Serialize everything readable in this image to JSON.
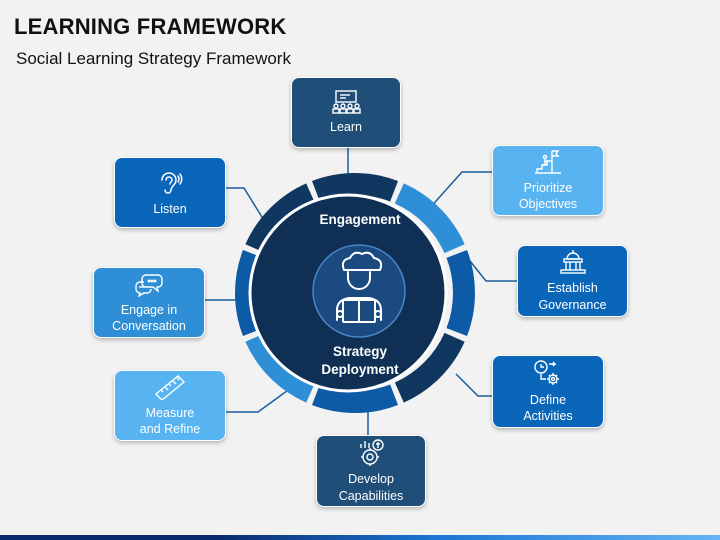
{
  "header": {
    "title": "LEARNING FRAMEWORK",
    "subtitle": "Social Learning Strategy Framework"
  },
  "center": {
    "top_label": "Engagement",
    "bottom_label": "Strategy\nDeployment",
    "icon": "teacher-reading-icon"
  },
  "nodes": [
    {
      "label": "Learn",
      "icon": "classroom-icon"
    },
    {
      "label": "Prioritize\nObjectives",
      "icon": "mountain-flag-icon"
    },
    {
      "label": "Establish\nGovernance",
      "icon": "capitol-building-icon"
    },
    {
      "label": "Define\nActivities",
      "icon": "clock-gear-icon"
    },
    {
      "label": "Develop\nCapabilities",
      "icon": "growth-gear-icon"
    },
    {
      "label": "Measure\nand Refine",
      "icon": "ruler-icon"
    },
    {
      "label": "Engage in\nConversation",
      "icon": "chat-bubbles-icon"
    },
    {
      "label": "Listen",
      "icon": "ear-icon"
    }
  ],
  "colors": {
    "navy": "#1f4e79",
    "mid_blue": "#0a66b8",
    "light_blue": "#2e8fd6",
    "lightest_blue": "#57b4f0",
    "ring_dark": "#10375f",
    "ring_mid": "#0d5aa7",
    "core": "#0f2f55"
  }
}
